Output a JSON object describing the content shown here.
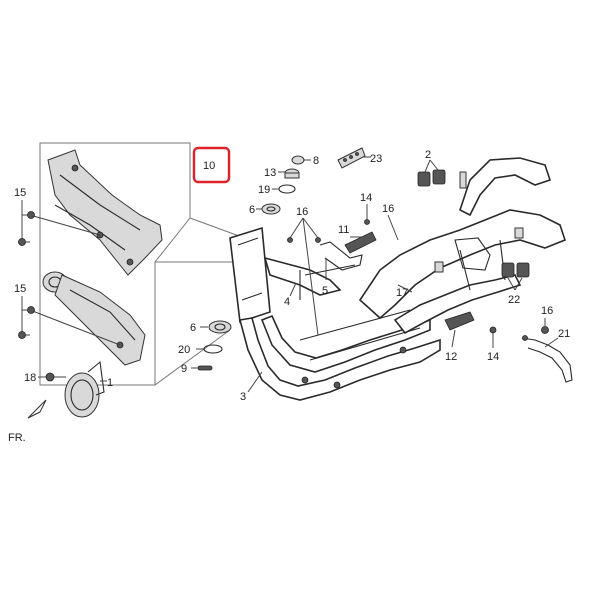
{
  "diagram": {
    "highlight_color": "#e0202a",
    "direction_label": "FR.",
    "callouts": {
      "c1": "1",
      "c2": "2",
      "c3": "3",
      "c4": "4",
      "c5": "5",
      "c6": "6",
      "c8": "8",
      "c9": "9",
      "c10": "10",
      "c11": "11",
      "c12": "12",
      "c13": "13",
      "c14a": "14",
      "c14b": "14",
      "c15a": "15",
      "c15b": "15",
      "c16a": "16",
      "c16b": "16",
      "c16c": "16",
      "c17": "17",
      "c18": "18",
      "c19": "19",
      "c20": "20",
      "c21": "21",
      "c22": "22",
      "c23": "23"
    }
  }
}
